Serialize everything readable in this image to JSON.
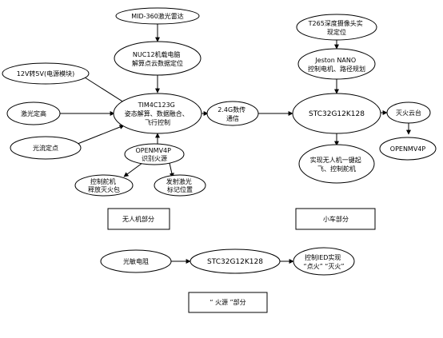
{
  "nodes": {
    "mid360": [
      "MID-360激光雷达"
    ],
    "nuc12": [
      "NUC12机载电脑",
      "解算点云数据定位"
    ],
    "tim4c": [
      "TIM4C123G",
      "姿态解算、数据融合、",
      "飞行控制"
    ],
    "power": [
      "12V转5V(电源模块)"
    ],
    "laser_range": [
      "激光定高"
    ],
    "optical_flow": [
      "光流定点"
    ],
    "radio": [
      "2.4G数传",
      "通信"
    ],
    "openmv_drone": [
      "OPENMV4P",
      "识别火源"
    ],
    "servo_drop": [
      "控制舵机",
      "释放灭火包"
    ],
    "laser_mark": [
      "发射激光",
      "标记位置"
    ],
    "t265": [
      "T265深度摄像头实",
      "现定位"
    ],
    "jetson": [
      "Jeston NANO",
      "控制电机、路径规划"
    ],
    "stc_car": [
      "STC32G12K128"
    ],
    "fire_gimbal": [
      "灭火云台"
    ],
    "openmv_car": [
      "OPENMV4P"
    ],
    "takeoff": [
      "实现无人机一键起",
      "飞、控制舵机"
    ],
    "photoresistor": [
      "光敏电阻"
    ],
    "stc_fire": [
      "STC32G12K128"
    ],
    "led_ctrl": [
      "控制lED实现",
      "“点火” “灭火”"
    ]
  },
  "sections": {
    "drone": "无人机部分",
    "car": "小车部分",
    "fire": "“ 火源 ”部分"
  }
}
